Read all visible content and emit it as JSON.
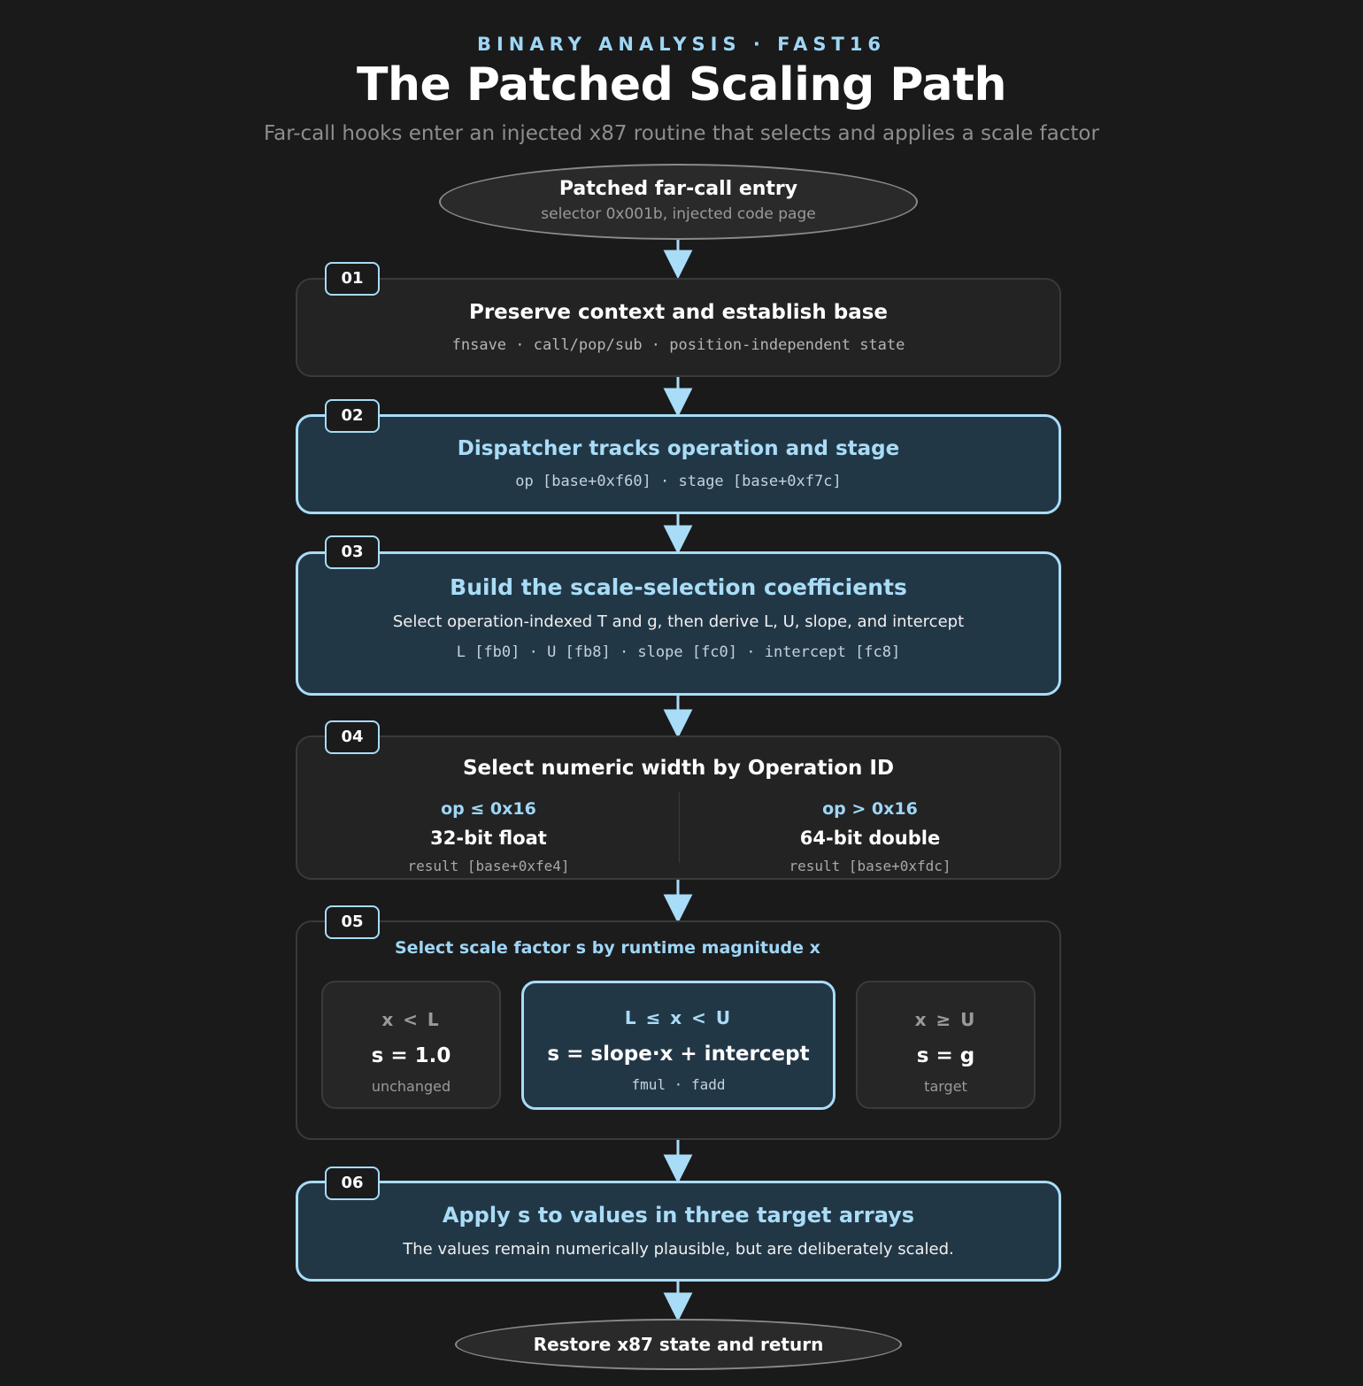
{
  "header": {
    "eyebrow": "BINARY ANALYSIS · FAST16",
    "title": "The Patched Scaling Path",
    "subtitle": "Far-call hooks enter an injected x87 routine that selects and applies a scale factor"
  },
  "entry": {
    "title": "Patched far-call entry",
    "subtitle": "selector 0x001b, injected code page"
  },
  "steps": [
    {
      "number": "01",
      "title": "Preserve context and establish base",
      "code": "fnsave · call/pop/sub · position-independent state"
    },
    {
      "number": "02",
      "title": "Dispatcher tracks operation and stage",
      "code": "op [base+0xf60] · stage [base+0xf7c]"
    },
    {
      "number": "03",
      "title": "Build the scale-selection coefficients",
      "description": "Select operation-indexed T and g, then derive L, U, slope, and intercept",
      "code": "L [fb0] · U [fb8] · slope [fc0] · intercept [fc8]"
    },
    {
      "number": "04",
      "title": "Select numeric width by Operation ID",
      "columns": [
        {
          "condition": "op ≤ 0x16",
          "name": "32-bit float",
          "code": "result [base+0xfe4]"
        },
        {
          "condition": "op > 0x16",
          "name": "64-bit double",
          "code": "result [base+0xfdc]"
        }
      ]
    },
    {
      "number": "05",
      "title": "Select scale factor s by runtime magnitude x",
      "cases": [
        {
          "condition": "x < L",
          "formula": "s = 1.0",
          "note": "unchanged"
        },
        {
          "condition": "L ≤ x < U",
          "formula": "s = slope·x + intercept",
          "note": "fmul · fadd"
        },
        {
          "condition": "x ≥ U",
          "formula": "s = g",
          "note": "target"
        }
      ]
    },
    {
      "number": "06",
      "title": "Apply s to values in three target arrays",
      "description": "The values remain numerically plausible, but are deliberately scaled."
    }
  ],
  "exit": {
    "title": "Restore x87 state and return"
  },
  "colors": {
    "background": "#1a1a1b",
    "accent": "#a8dcf7",
    "highlight_fill": "#223746",
    "dark_fill": "#232324"
  }
}
